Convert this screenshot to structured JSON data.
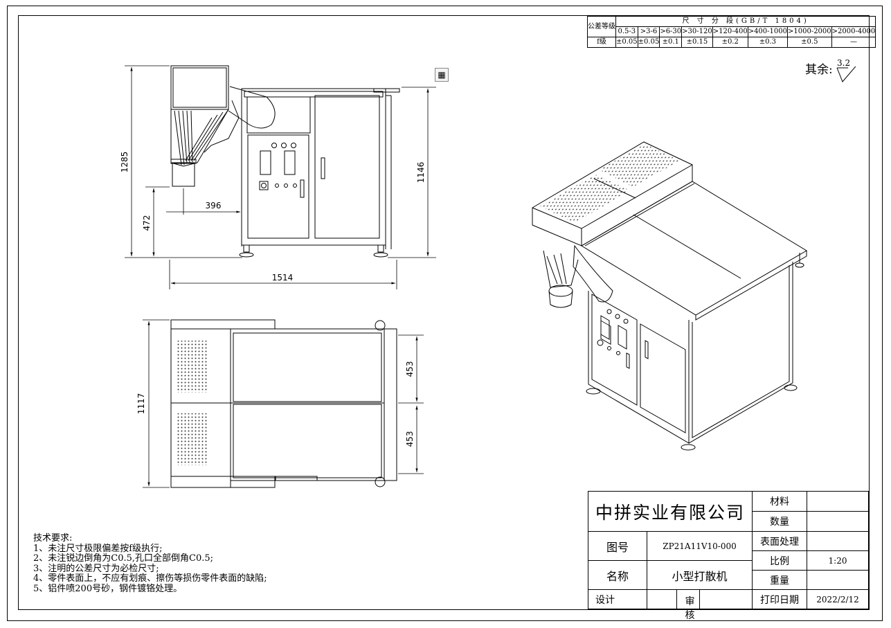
{
  "tolerance_table": {
    "title_cell": "公差等级",
    "header": "尺 寸 分 段(GB/T 1804)",
    "ranges": [
      "0.5-3",
      ">3-6",
      ">6-30",
      ">30-120",
      ">120-400",
      ">400-1000",
      ">1000-2000",
      ">2000-4000"
    ],
    "grade_label": "f级",
    "values": [
      "±0.05",
      "±0.05",
      "±0.1",
      "±0.15",
      "±0.2",
      "±0.3",
      "±0.5",
      "—"
    ]
  },
  "roughness": {
    "label": "其余:",
    "value": "3.2"
  },
  "dimensions": {
    "front_height_total": "1285",
    "front_height_right": "1146",
    "front_height_outlet": "472",
    "front_offset": "396",
    "front_width": "1514",
    "top_depth": "1117",
    "top_section_1": "453",
    "top_section_2": "453"
  },
  "notes": {
    "title": "技术要求:",
    "items": [
      "1、未注尺寸极限偏差按f级执行;",
      "2、未注锐边倒角为C0.5,孔口全部倒角C0.5;",
      "3、注明的公差尺寸为必检尺寸;",
      "4、零件表面上，不应有划痕、擦伤等损伤零件表面的缺陷;",
      "5、铝件喷200号砂，钢件镀铬处理。"
    ]
  },
  "title_block": {
    "company": "中拼实业有限公司",
    "material_label": "材料",
    "material_value": "",
    "quantity_label": "数量",
    "quantity_value": "",
    "drawing_no_label": "图号",
    "drawing_no": "ZP21A11V10-000",
    "surface_label": "表面处理",
    "surface_value": "",
    "scale_label": "比例",
    "scale_value": "1:20",
    "name_label": "名称",
    "name_value": "小型打散机",
    "weight_label": "重量",
    "weight_value": "",
    "design_label": "设计",
    "design_value": "",
    "review_label": "审核",
    "review_value": "",
    "print_date_label": "打印日期",
    "print_date": "2022/2/12"
  },
  "icons": {
    "view_toggle": "frame-icon"
  }
}
